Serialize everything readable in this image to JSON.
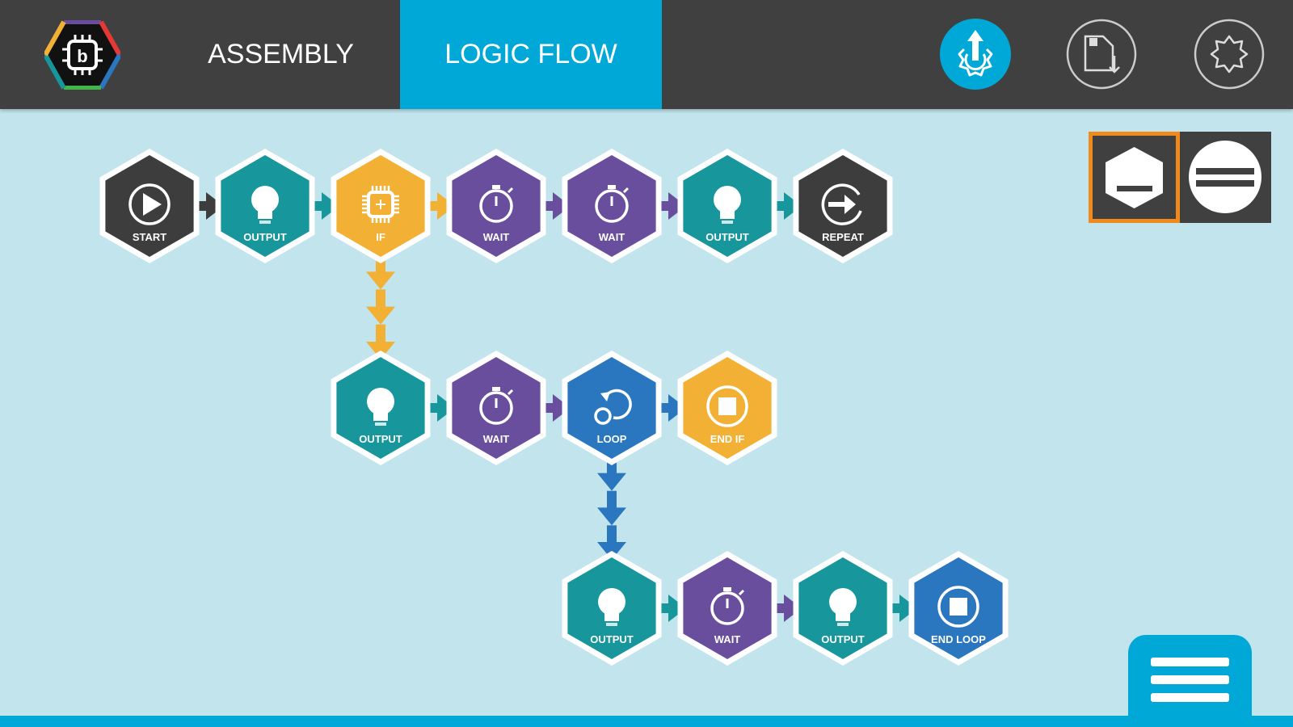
{
  "header": {
    "logo_letter": "b",
    "tabs": [
      {
        "label": "ASSEMBLY",
        "active": false
      },
      {
        "label": "LOGIC FLOW",
        "active": true
      }
    ],
    "buttons": [
      "upload-icon",
      "save-icon",
      "settings-icon"
    ]
  },
  "view_toggle": {
    "options": [
      "hexagon-view",
      "circle-view"
    ],
    "selected": "hexagon-view"
  },
  "colors": {
    "bg": "#c2e4ec",
    "bar": "#404040",
    "accent": "#00a8d8",
    "control": "#3d3d3d",
    "output": "#17969c",
    "if": "#f2b135",
    "wait": "#6a4e9e",
    "loop": "#2a77c0",
    "highlight": "#f08a1c"
  },
  "flow": {
    "rows": [
      [
        {
          "label": "START",
          "icon": "play",
          "kind": "control"
        },
        {
          "label": "OUTPUT",
          "icon": "bulb",
          "kind": "output"
        },
        {
          "label": "IF",
          "icon": "chip",
          "kind": "if"
        },
        {
          "label": "WAIT",
          "icon": "timer",
          "kind": "wait"
        },
        {
          "label": "WAIT",
          "icon": "timer",
          "kind": "wait"
        },
        {
          "label": "OUTPUT",
          "icon": "bulb",
          "kind": "output"
        },
        {
          "label": "REPEAT",
          "icon": "repeat",
          "kind": "control"
        }
      ],
      [
        {
          "label": "OUTPUT",
          "icon": "bulb",
          "kind": "output"
        },
        {
          "label": "WAIT",
          "icon": "timer",
          "kind": "wait"
        },
        {
          "label": "LOOP",
          "icon": "loop",
          "kind": "loop"
        },
        {
          "label": "END IF",
          "icon": "stop",
          "kind": "if"
        }
      ],
      [
        {
          "label": "OUTPUT",
          "icon": "bulb",
          "kind": "output"
        },
        {
          "label": "WAIT",
          "icon": "timer",
          "kind": "wait"
        },
        {
          "label": "OUTPUT",
          "icon": "bulb",
          "kind": "output"
        },
        {
          "label": "END LOOP",
          "icon": "stop",
          "kind": "loop"
        }
      ]
    ]
  }
}
